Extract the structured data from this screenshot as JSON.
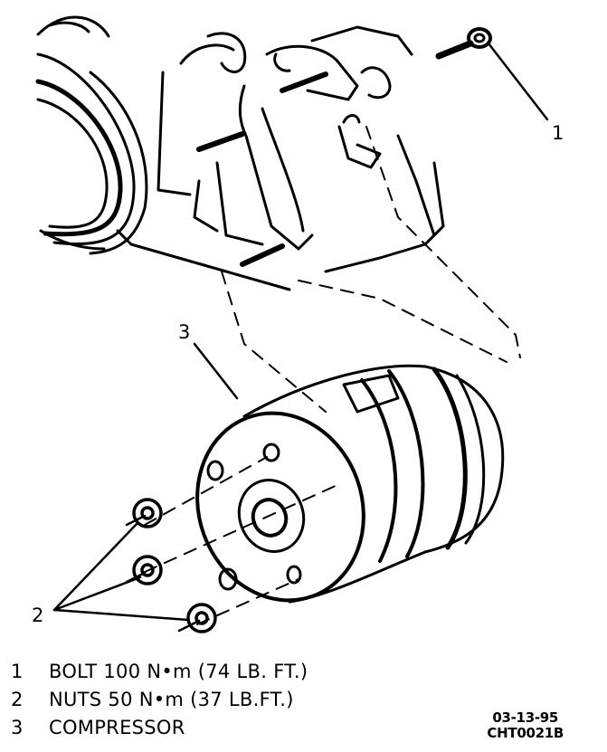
{
  "figure": {
    "subject": "A/C compressor mounting",
    "callouts": [
      {
        "id": "1",
        "label": "1",
        "target": "bolt"
      },
      {
        "id": "2",
        "label": "2",
        "target": "nuts"
      },
      {
        "id": "3",
        "label": "3",
        "target": "compressor"
      }
    ]
  },
  "legend": {
    "items": [
      {
        "num": "1",
        "text": "BOLT 100 N•m (74 LB. FT.)"
      },
      {
        "num": "2",
        "text": "NUTS 50 N•m (37 LB.FT.)"
      },
      {
        "num": "3",
        "text": "COMPRESSOR"
      }
    ]
  },
  "stamp": {
    "date": "03-13-95",
    "code": "CHT0021B"
  },
  "colors": {
    "ink": "#000000",
    "paper": "#ffffff"
  }
}
